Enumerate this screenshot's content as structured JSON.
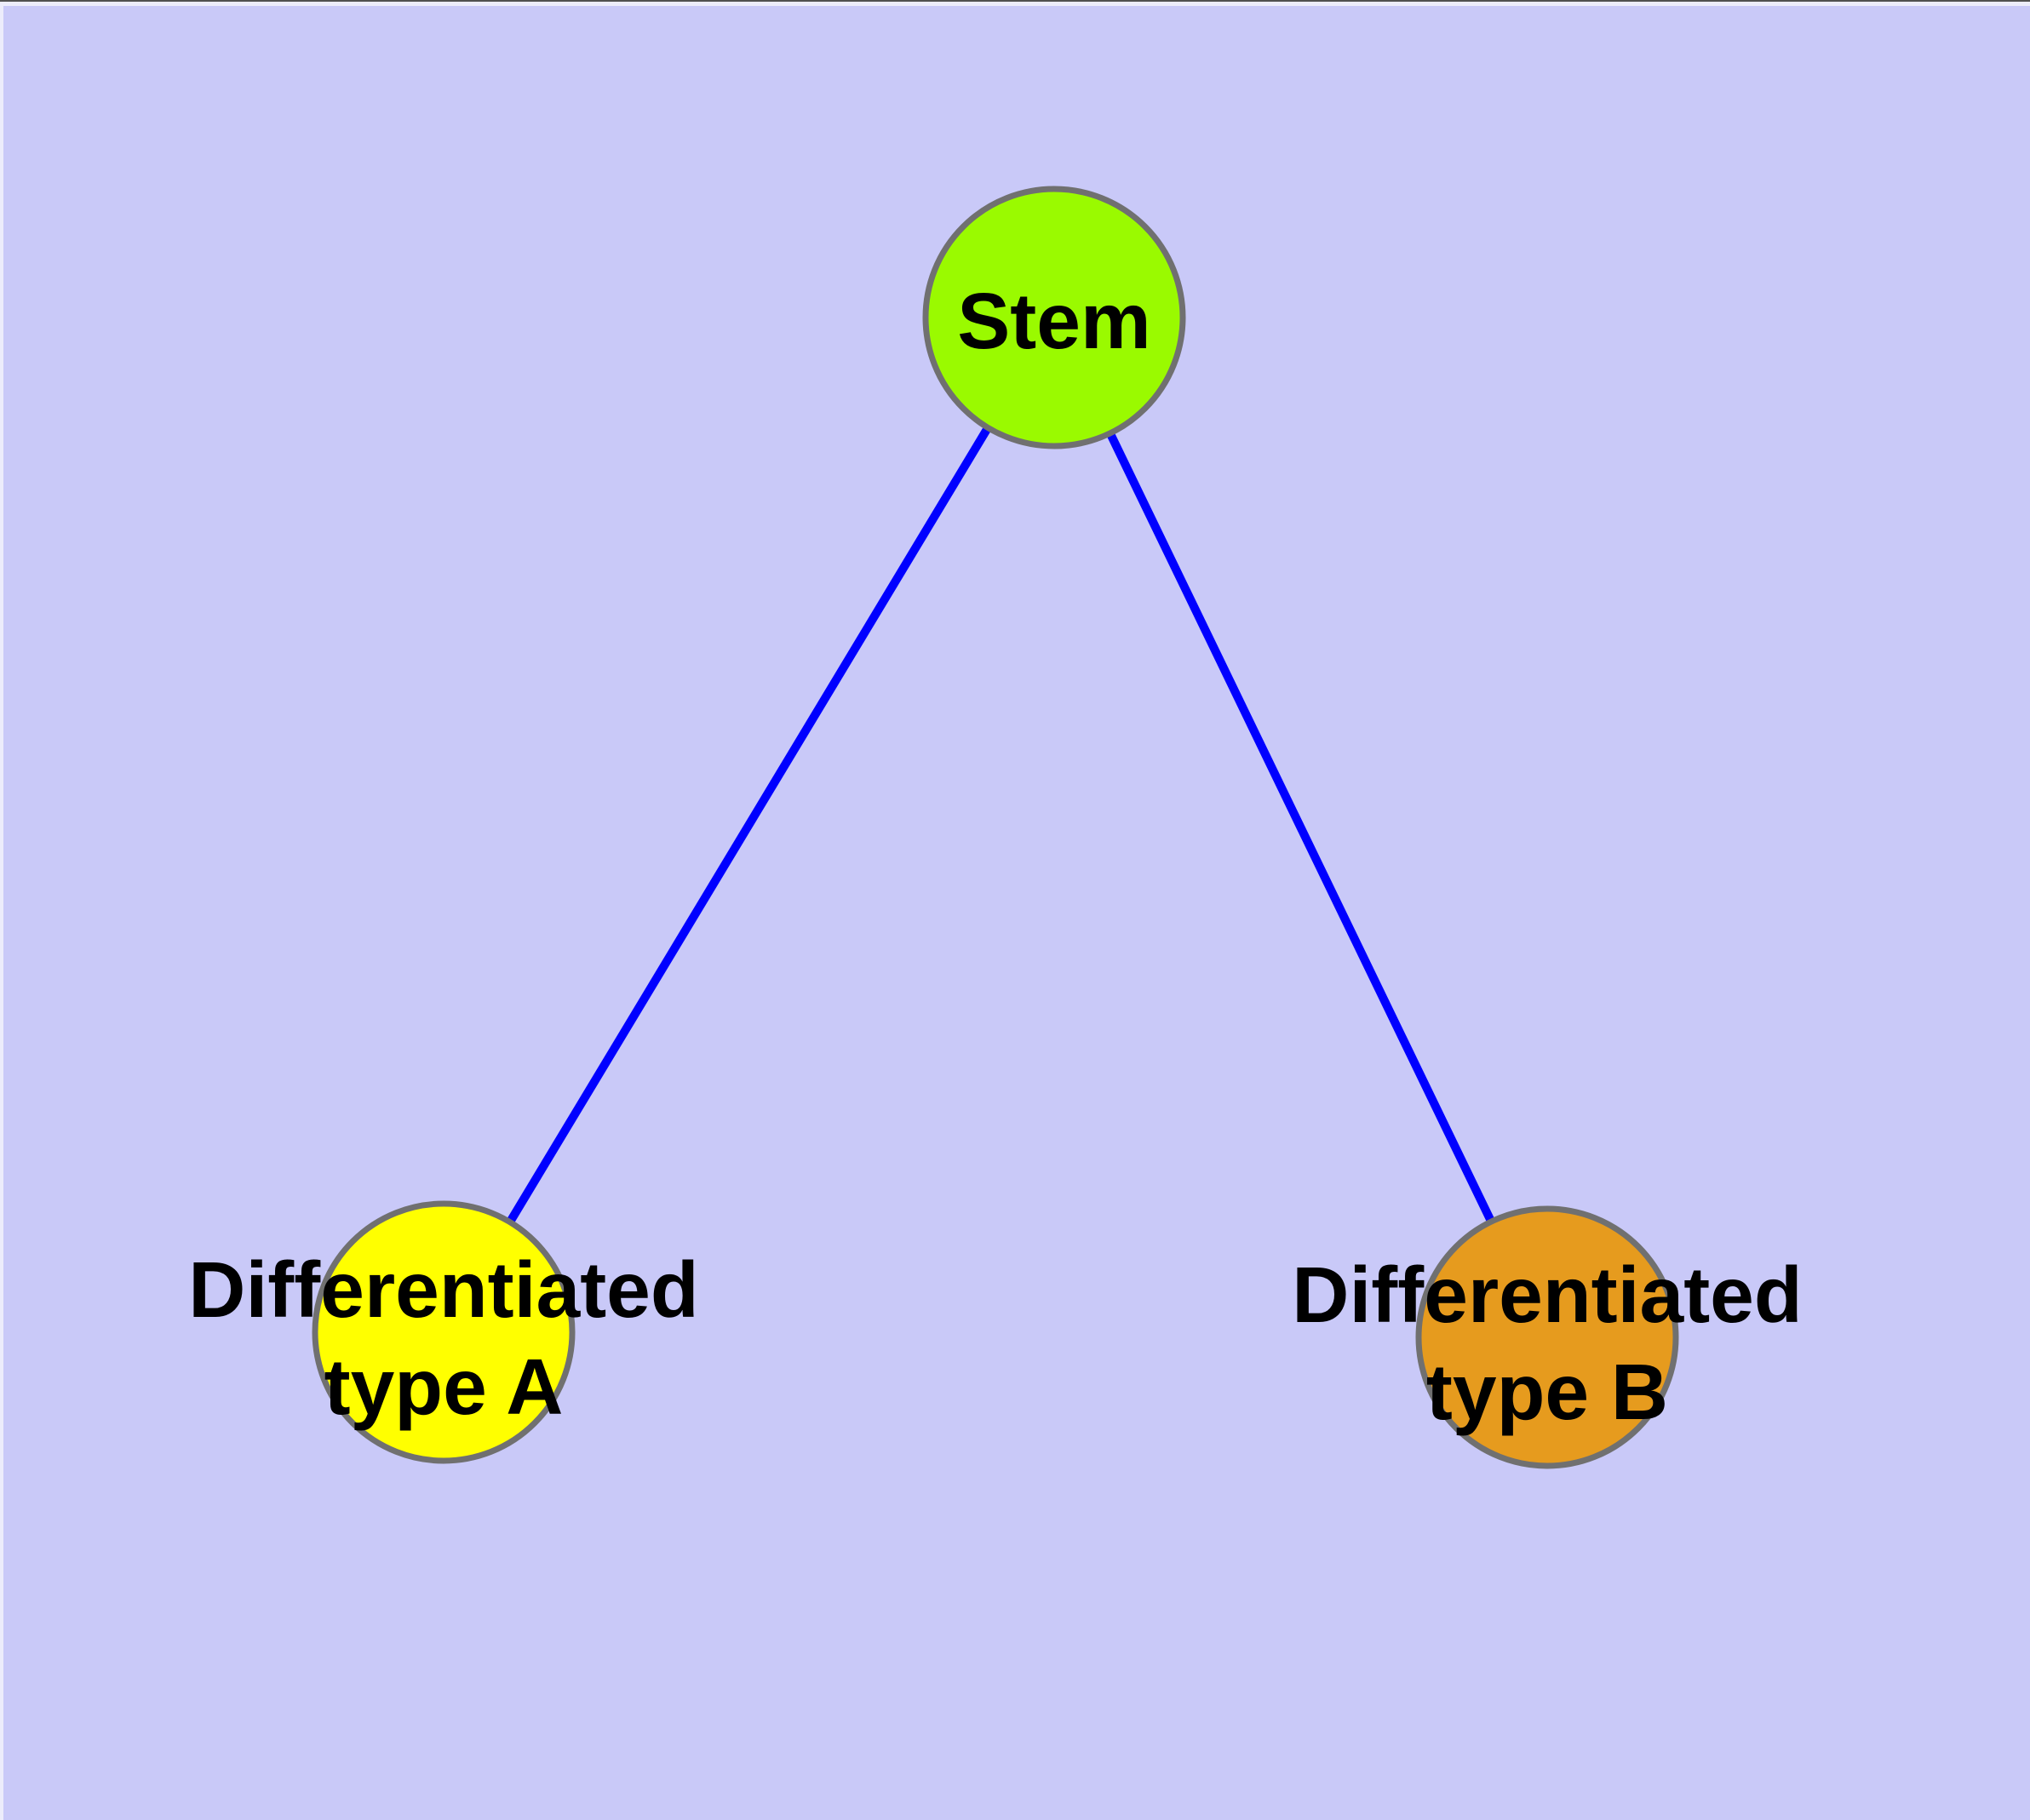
{
  "diagram": {
    "background_color": "#C9C9F8",
    "edge_color": "#0000FF",
    "node_border_color": "#707070",
    "label_color": "#000000",
    "nodes": [
      {
        "id": "stem",
        "label": "Stem",
        "fill": "#9AFA00"
      },
      {
        "id": "differentiated-type-a",
        "label_line1": "Differentiated",
        "label_line2": "type A",
        "fill": "#FFFF00"
      },
      {
        "id": "differentiated-type-b",
        "label_line1": "Differentiated",
        "label_line2": "type B",
        "fill": "#E69B1E"
      }
    ],
    "edges": [
      {
        "from": "stem",
        "to": "differentiated-type-a"
      },
      {
        "from": "stem",
        "to": "differentiated-type-b"
      }
    ],
    "frame": {
      "top_line_color": "#505050",
      "edge_highlight_color": "#ECECFB"
    }
  }
}
